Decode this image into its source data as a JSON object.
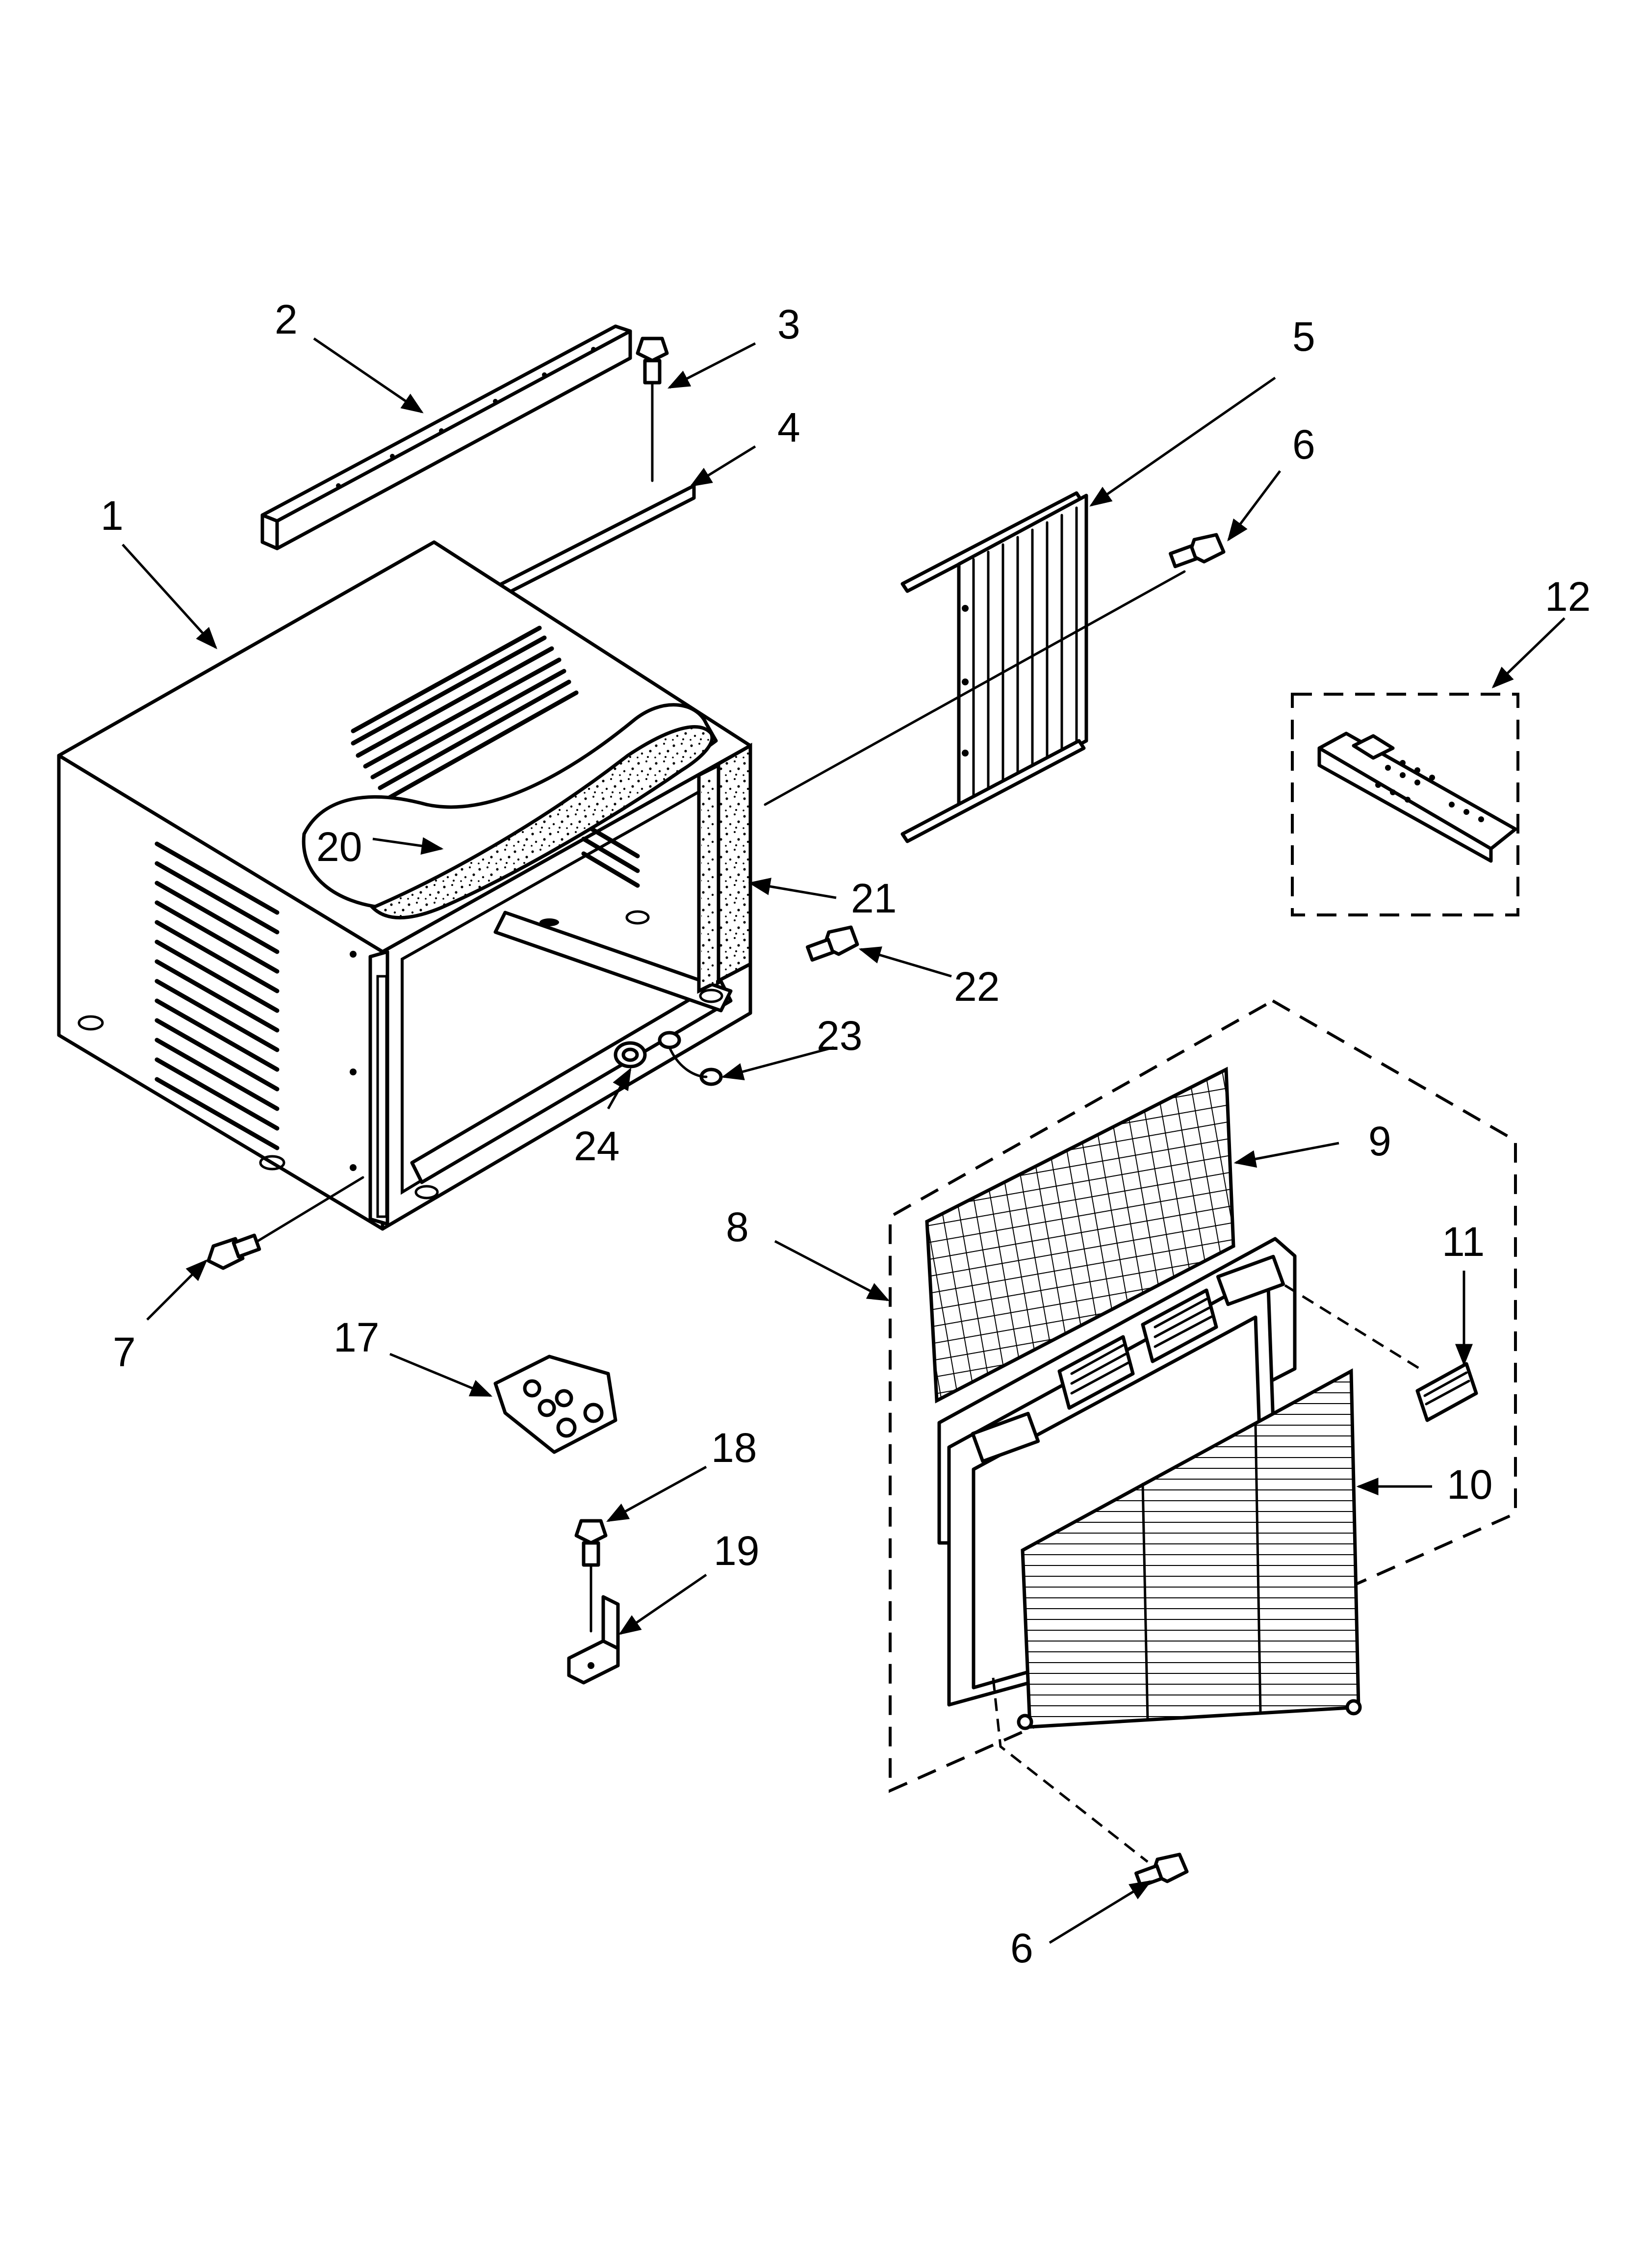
{
  "callouts": [
    "1",
    "2",
    "3",
    "4",
    "5",
    "6",
    "6",
    "7",
    "8",
    "9",
    "10",
    "11",
    "12",
    "17",
    "18",
    "19",
    "20",
    "21",
    "22",
    "23",
    "24"
  ],
  "icons": {
    "screw": "screw-icon",
    "remote": "remote-control-icon",
    "bracket": "bracket-icon"
  },
  "colors": {
    "line": "#000000",
    "background": "#ffffff"
  }
}
